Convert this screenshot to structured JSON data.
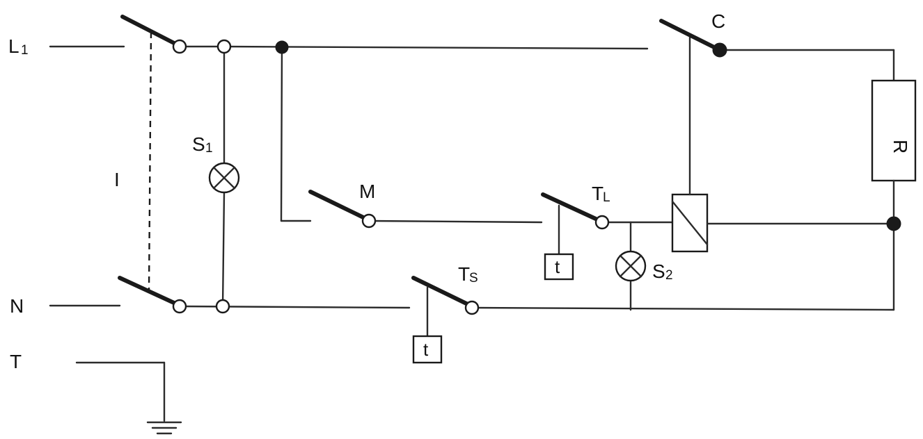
{
  "diagram": {
    "labels": {
      "L": "L",
      "L_sub": "1",
      "N": "N",
      "T": "T",
      "I": "I",
      "S1": "S",
      "S1_sub": "1",
      "S2": "S",
      "S2_sub": "2",
      "M": "M",
      "TL": "T",
      "TL_sub": "L",
      "TS": "T",
      "TS_sub": "S",
      "C": "C",
      "R": "R",
      "timer_TL": "t",
      "timer_TS": "t"
    }
  }
}
